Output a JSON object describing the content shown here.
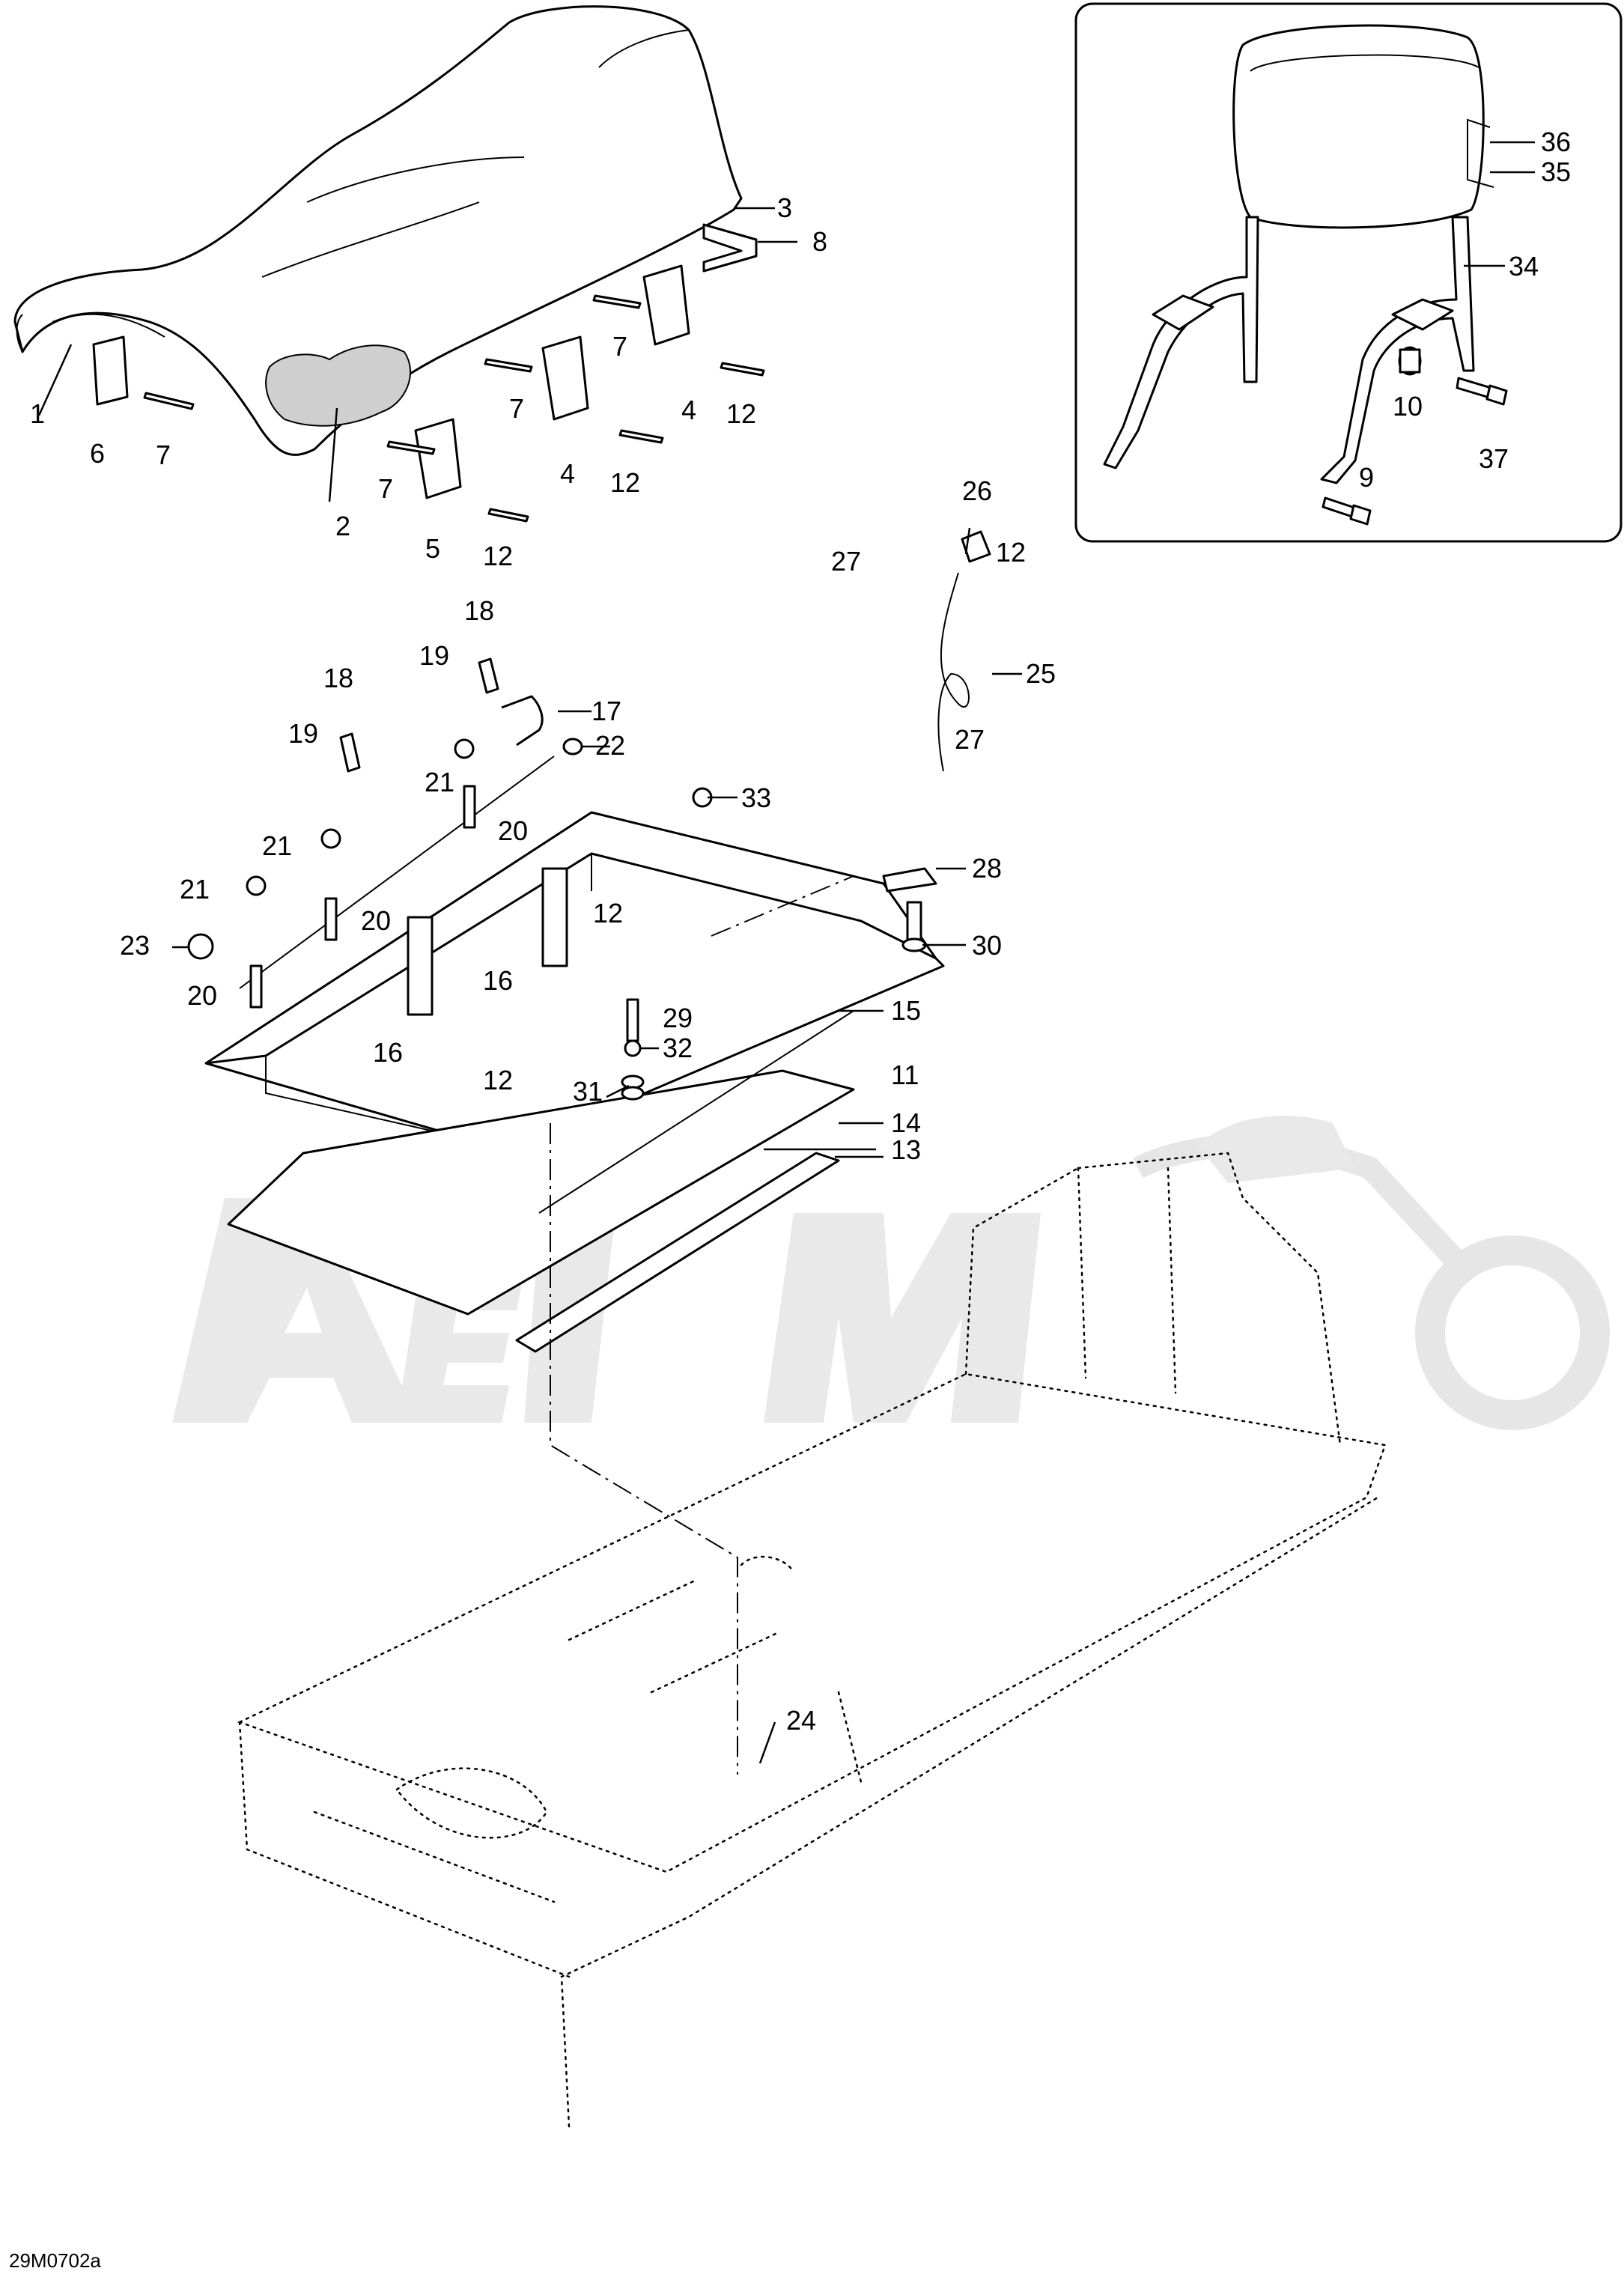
{
  "drawing_ref": "29M0702a",
  "callouts": [
    {
      "id": "c1",
      "text": "1"
    },
    {
      "id": "c2",
      "text": "2"
    },
    {
      "id": "c3",
      "text": "3"
    },
    {
      "id": "c4a",
      "text": "4"
    },
    {
      "id": "c4b",
      "text": "4"
    },
    {
      "id": "c5",
      "text": "5"
    },
    {
      "id": "c6",
      "text": "6"
    },
    {
      "id": "c7a",
      "text": "7"
    },
    {
      "id": "c7b",
      "text": "7"
    },
    {
      "id": "c7c",
      "text": "7"
    },
    {
      "id": "c7d",
      "text": "7"
    },
    {
      "id": "c8",
      "text": "8"
    },
    {
      "id": "c9",
      "text": "9"
    },
    {
      "id": "c10",
      "text": "10"
    },
    {
      "id": "c11",
      "text": "11"
    },
    {
      "id": "c12a",
      "text": "12"
    },
    {
      "id": "c12b",
      "text": "12"
    },
    {
      "id": "c12c",
      "text": "12"
    },
    {
      "id": "c12d",
      "text": "12"
    },
    {
      "id": "c12e",
      "text": "12"
    },
    {
      "id": "c12f",
      "text": "12"
    },
    {
      "id": "c13",
      "text": "13"
    },
    {
      "id": "c14",
      "text": "14"
    },
    {
      "id": "c15",
      "text": "15"
    },
    {
      "id": "c16a",
      "text": "16"
    },
    {
      "id": "c16b",
      "text": "16"
    },
    {
      "id": "c17",
      "text": "17"
    },
    {
      "id": "c18a",
      "text": "18"
    },
    {
      "id": "c18b",
      "text": "18"
    },
    {
      "id": "c19a",
      "text": "19"
    },
    {
      "id": "c19b",
      "text": "19"
    },
    {
      "id": "c20a",
      "text": "20"
    },
    {
      "id": "c20b",
      "text": "20"
    },
    {
      "id": "c20c",
      "text": "20"
    },
    {
      "id": "c21a",
      "text": "21"
    },
    {
      "id": "c21b",
      "text": "21"
    },
    {
      "id": "c21c",
      "text": "21"
    },
    {
      "id": "c22",
      "text": "22"
    },
    {
      "id": "c23",
      "text": "23"
    },
    {
      "id": "c24",
      "text": "24"
    },
    {
      "id": "c25",
      "text": "25"
    },
    {
      "id": "c26",
      "text": "26"
    },
    {
      "id": "c27a",
      "text": "27"
    },
    {
      "id": "c27b",
      "text": "27"
    },
    {
      "id": "c28",
      "text": "28"
    },
    {
      "id": "c29",
      "text": "29"
    },
    {
      "id": "c30",
      "text": "30"
    },
    {
      "id": "c31",
      "text": "31"
    },
    {
      "id": "c32",
      "text": "32"
    },
    {
      "id": "c33",
      "text": "33"
    },
    {
      "id": "c34",
      "text": "34"
    },
    {
      "id": "c35",
      "text": "35"
    },
    {
      "id": "c36",
      "text": "36"
    },
    {
      "id": "c37",
      "text": "37"
    }
  ]
}
